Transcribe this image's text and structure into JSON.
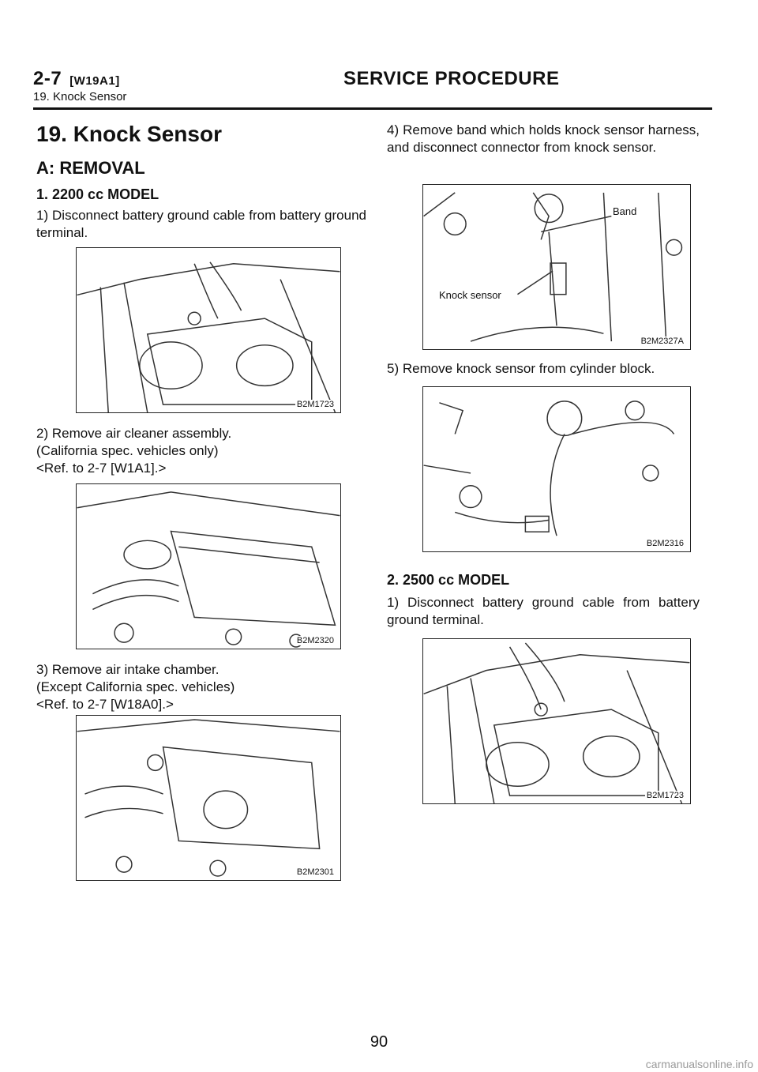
{
  "header": {
    "section": "2-7",
    "code": "[W19A1]",
    "subtitle": "19. Knock Sensor",
    "title": "SERVICE PROCEDURE"
  },
  "heading": "19. Knock Sensor",
  "subheading": "A: REMOVAL",
  "model_2200": {
    "title": "1. 2200 cc MODEL",
    "step1": "1) Disconnect battery ground cable from battery ground terminal.",
    "fig1": "B2M1723",
    "step2_l1": "2) Remove air cleaner assembly.",
    "step2_l2": "(California spec. vehicles only)",
    "step2_l3": "<Ref. to 2-7 [W1A1].>",
    "fig2": "B2M2320",
    "step3_l1": "3) Remove air intake chamber.",
    "step3_l2": "(Except California spec. vehicles)",
    "step3_l3": "<Ref. to 2-7 [W18A0].>",
    "fig3": "B2M2301",
    "step4": "4) Remove band which holds knock sensor harness, and disconnect connector from knock sensor.",
    "fig4": "B2M2327A",
    "fig4_label_band": "Band",
    "fig4_label_sensor": "Knock sensor",
    "step5": "5) Remove knock sensor from cylinder block.",
    "fig5": "B2M2316"
  },
  "model_2500": {
    "title": "2. 2500 cc MODEL",
    "step1": "1) Disconnect battery ground cable from battery ground terminal.",
    "fig1": "B2M1723"
  },
  "page_number": "90",
  "watermark": "carmanualsonline.info"
}
